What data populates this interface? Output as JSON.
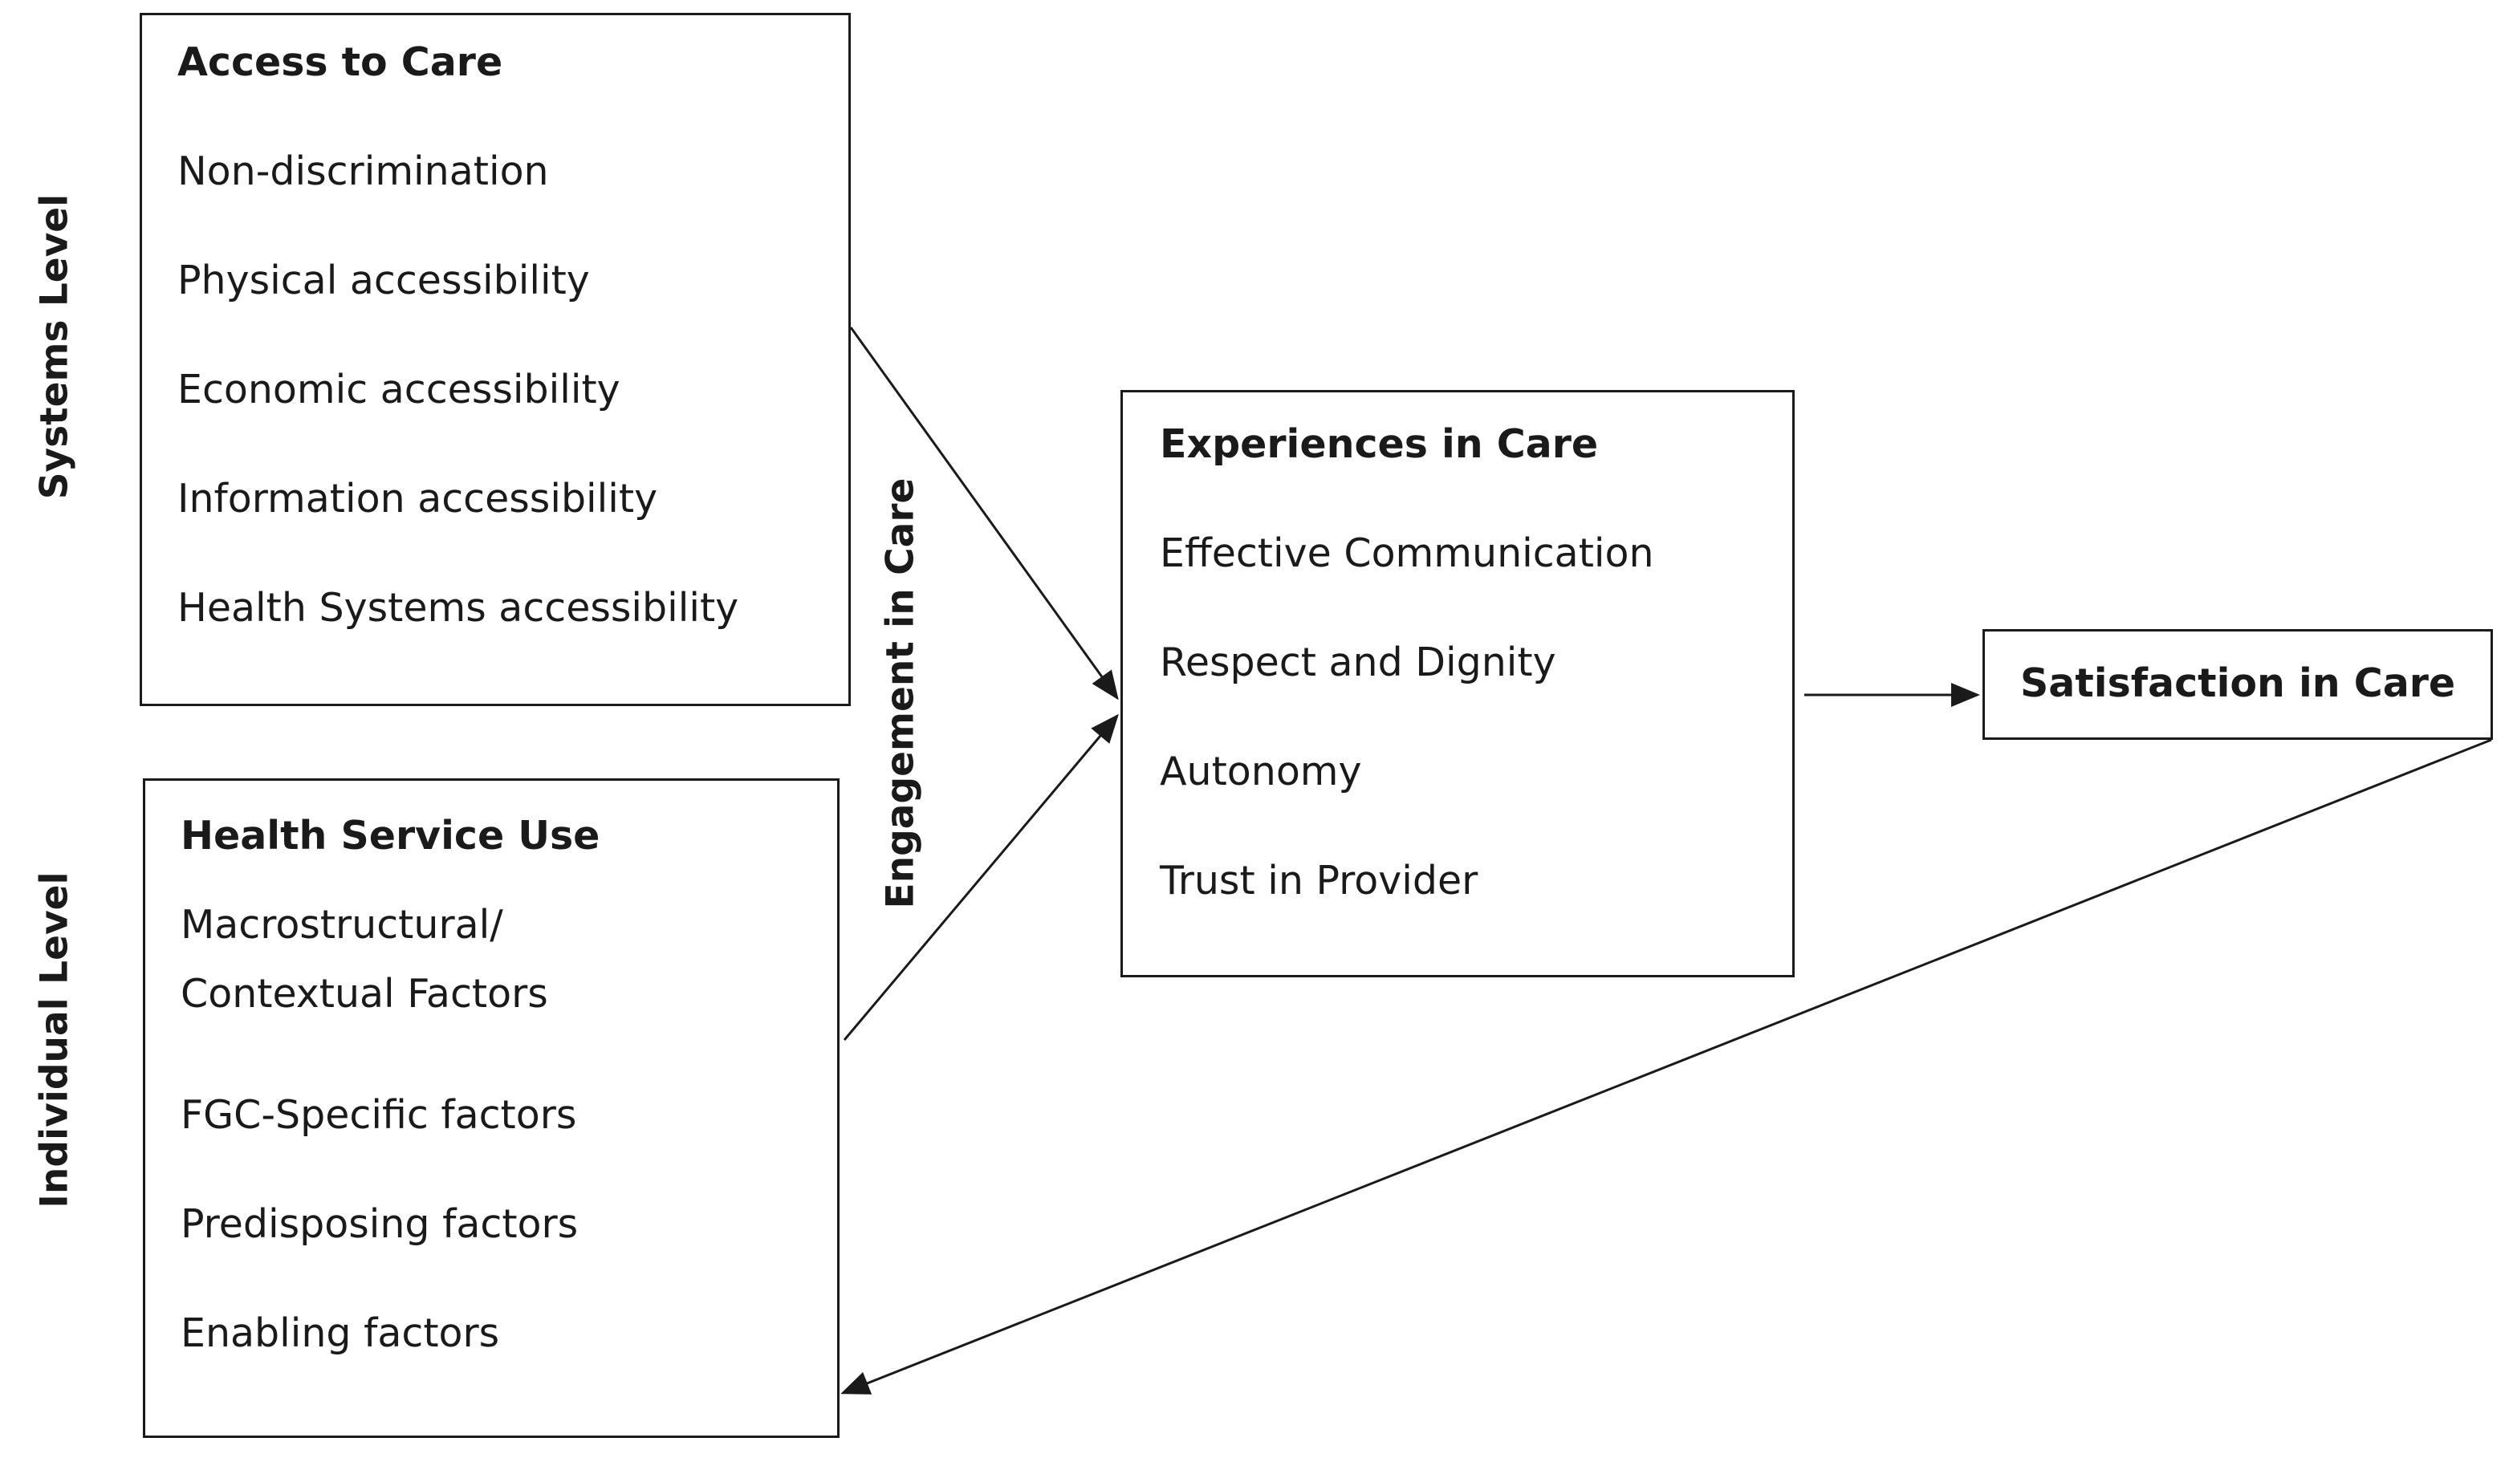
{
  "side_labels": {
    "systems": "Systems Level",
    "individual": "Individual Level",
    "engagement": "Engagement in Care"
  },
  "access": {
    "title": "Access to Care",
    "items": [
      "Non-discrimination",
      "Physical accessibility",
      "Economic accessibility",
      "Information accessibility",
      "Health Systems accessibility"
    ]
  },
  "health_service": {
    "title": "Health Service Use",
    "items": [
      "Macrostructural/ Contextual Factors",
      "FGC-Specific factors",
      "Predisposing factors",
      "Enabling factors"
    ]
  },
  "experiences": {
    "title": "Experiences in Care",
    "items": [
      "Effective Communication",
      "Respect and Dignity",
      "Autonomy",
      "Trust in Provider"
    ]
  },
  "satisfaction": {
    "title": "Satisfaction in Care"
  }
}
